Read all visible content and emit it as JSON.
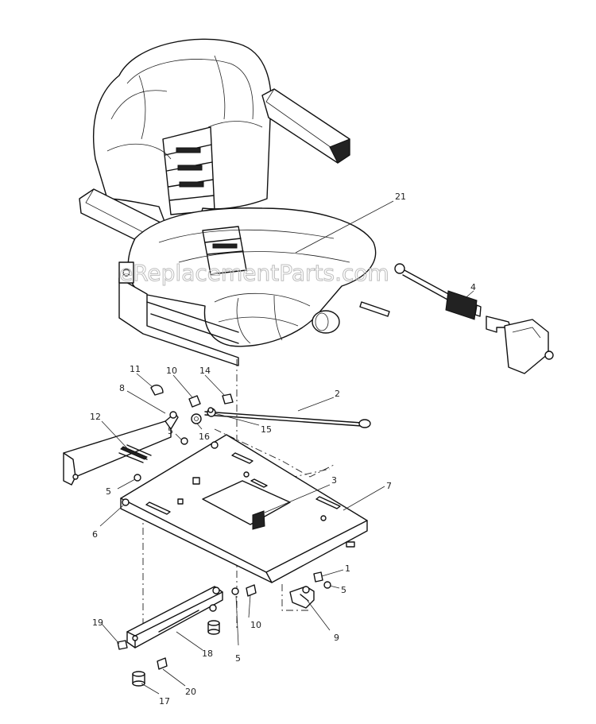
{
  "watermark": "eReplacementParts.com",
  "callouts": [
    {
      "id": "c21",
      "text": "21"
    },
    {
      "id": "c4",
      "text": "4"
    },
    {
      "id": "c11",
      "text": "11"
    },
    {
      "id": "c10a",
      "text": "10"
    },
    {
      "id": "c14",
      "text": "14"
    },
    {
      "id": "c8",
      "text": "8"
    },
    {
      "id": "c2",
      "text": "2"
    },
    {
      "id": "c12",
      "text": "12"
    },
    {
      "id": "c5a",
      "text": "5"
    },
    {
      "id": "c16",
      "text": "16"
    },
    {
      "id": "c15",
      "text": "15"
    },
    {
      "id": "c3",
      "text": "3"
    },
    {
      "id": "c5b",
      "text": "5"
    },
    {
      "id": "c7",
      "text": "7"
    },
    {
      "id": "c6",
      "text": "6"
    },
    {
      "id": "c1",
      "text": "1"
    },
    {
      "id": "c5c",
      "text": "5"
    },
    {
      "id": "c10b",
      "text": "10"
    },
    {
      "id": "c9",
      "text": "9"
    },
    {
      "id": "c5d",
      "text": "5"
    },
    {
      "id": "c19",
      "text": "19"
    },
    {
      "id": "c18",
      "text": "18"
    },
    {
      "id": "c20",
      "text": "20"
    },
    {
      "id": "c17",
      "text": "17"
    }
  ]
}
